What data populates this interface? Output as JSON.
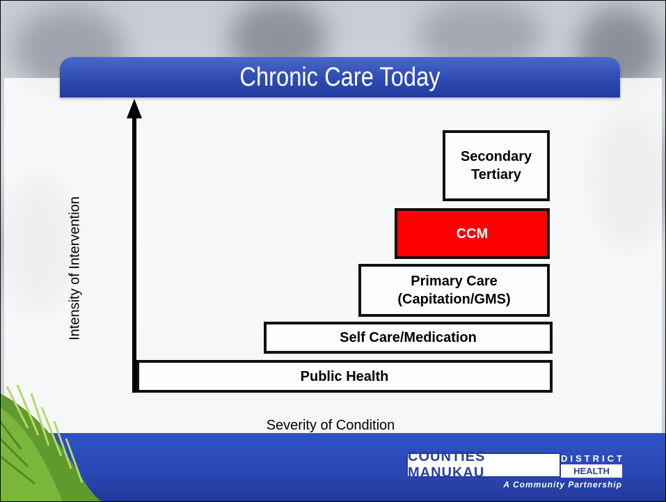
{
  "slide": {
    "title": "Chronic Care Today",
    "y_axis_label": "Intensity of Intervention",
    "x_axis_label": "Severity of Condition",
    "tiers": [
      {
        "label": "Public Health",
        "highlight": false
      },
      {
        "label": "Self Care/Medication",
        "highlight": false
      },
      {
        "label": "Primary Care\n(Capitation/GMS)",
        "highlight": false
      },
      {
        "label": "CCM",
        "highlight": true
      },
      {
        "label": "Secondary\nTertiary",
        "highlight": false
      }
    ],
    "highlight_color": "#ff0000",
    "accent_color": "#2e4bb3"
  },
  "logo": {
    "name": "COUNTIES MANUKAU",
    "district": "DISTRICT",
    "board": "HEALTH BOARD",
    "tagline": "A Community Partnership"
  }
}
